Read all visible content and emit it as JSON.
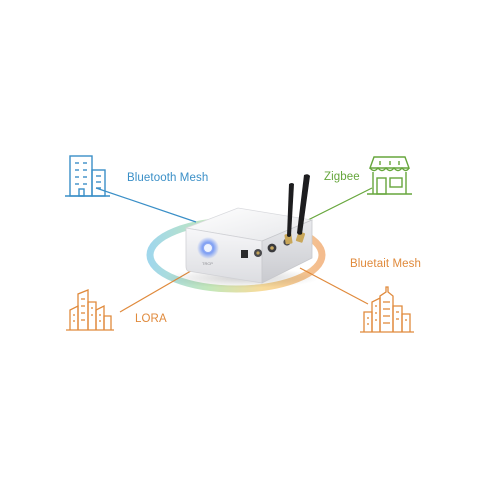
{
  "labels": {
    "bluetooth_mesh": "Bluetooth Mesh",
    "zigbee": "Zigbee",
    "bluetait_mesh": "Bluetait Mesh",
    "lora": "LORA"
  },
  "device": {
    "brand": "TRCP"
  },
  "icons": {
    "top_left": "office-building-icon",
    "top_right": "storefront-icon",
    "bottom_left": "city-skyline-icon",
    "bottom_right": "city-skyline-icon"
  },
  "colors": {
    "blue": "#3a8fc7",
    "green": "#66a63c",
    "orange": "#e08a3c",
    "device_body": "#f1f1f3",
    "antenna": "#1d1d1f",
    "led": "#6b8cf0"
  }
}
